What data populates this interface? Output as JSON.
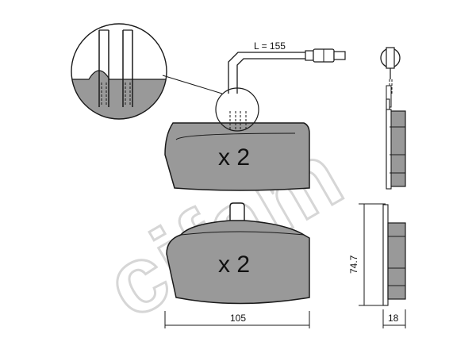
{
  "watermark": {
    "brand": "cifam"
  },
  "colors": {
    "pad_fill": "#999999",
    "outline": "#1a1a1a",
    "watermark": "#d6d6d6"
  },
  "labels": {
    "top_pad_quantity": "x 2",
    "bottom_pad_quantity": "x 2",
    "wire_length": "L = 155",
    "pad_width": "105",
    "pad_height": "74.7",
    "pad_thickness": "18"
  }
}
